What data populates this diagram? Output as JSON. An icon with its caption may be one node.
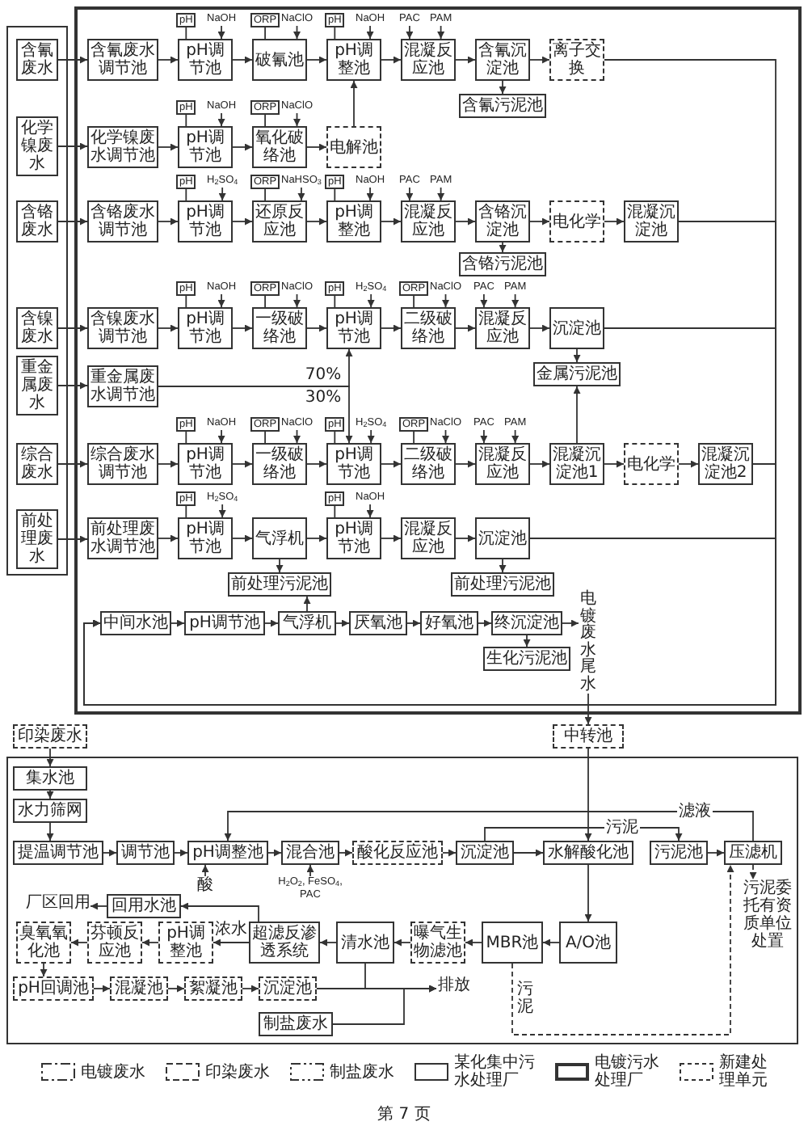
{
  "diagram": {
    "nodes": [
      {
        "text": [],
        "shape": "box"
      },
      {
        "text": [
          "含氰废水"
        ],
        "in": 0
      },
      {
        "text": [
          "化学镍废水"
        ],
        "in": 0
      },
      {
        "text": [
          "含铬废水"
        ],
        "in": 0
      },
      {
        "text": [
          "含镍废水"
        ],
        "in": 0
      },
      {
        "text": [
          "重金属废水"
        ],
        "in": 0
      },
      {
        "text": [
          "综合废水"
        ],
        "in": 0
      },
      {
        "text": [
          "前处理废水"
        ],
        "in": 0
      },
      {
        "text": [],
        "shape": "box"
      },
      {
        "text": [
          "含氰废水调节池"
        ],
        "in": 8
      },
      {
        "text": [
          "pH"
        ],
        "in": 8
      },
      {
        "text": [
          "NaOH"
        ],
        "in": 8
      },
      {
        "text": [
          "pH调节池"
        ],
        "in": 8
      },
      {
        "text": [
          "ORP"
        ],
        "in": 8
      },
      {
        "text": [
          "NaClO"
        ],
        "in": 8
      },
      {
        "text": [
          "破氰池"
        ],
        "in": 8
      },
      {
        "text": [
          "pH"
        ],
        "in": 8
      },
      {
        "text": [
          "NaOH"
        ],
        "in": 8
      },
      {
        "text": [
          "pH调整池"
        ],
        "in": 8
      },
      {
        "text": [
          "PAC"
        ],
        "in": 8
      },
      {
        "text": [
          "PAM"
        ],
        "in": 8
      },
      {
        "text": [
          "混凝反应池"
        ],
        "in": 8
      },
      {
        "text": [
          "含氰沉淀池"
        ],
        "in": 8
      },
      {
        "text": [
          "离子交换"
        ],
        "in": 8
      },
      {
        "text": [
          "含氰污泥池"
        ],
        "in": 8
      },
      {
        "text": [
          "化学镍废水调节池"
        ],
        "in": 8
      },
      {
        "text": [
          "pH"
        ],
        "in": 8
      },
      {
        "text": [
          "NaOH"
        ],
        "in": 8
      },
      {
        "text": [
          "pH调节池"
        ],
        "in": 8
      },
      {
        "text": [
          "ORP"
        ],
        "in": 8
      },
      {
        "text": [
          "NaClO"
        ],
        "in": 8
      },
      {
        "text": [
          "氧化破络池"
        ],
        "in": 8
      },
      {
        "text": [
          "电解池"
        ],
        "in": 8
      },
      {
        "text": [
          "含铬废水调节池"
        ],
        "in": 8
      },
      {
        "text": [
          "pH"
        ],
        "in": 8
      },
      {
        "text": [
          "H$_{2}$SO$_{4}$"
        ],
        "in": 8
      },
      {
        "text": [
          "pH调节池"
        ],
        "in": 8
      },
      {
        "text": [
          "ORP"
        ],
        "in": 8
      },
      {
        "text": [
          "NaHSO$_{3}$"
        ],
        "in": 8
      },
      {
        "text": [
          "还原反应池"
        ],
        "in": 8
      },
      {
        "text": [
          "pH"
        ],
        "in": 8
      },
      {
        "text": [
          "NaOH"
        ],
        "in": 8
      },
      {
        "text": [
          "pH调整池"
        ],
        "in": 8
      },
      {
        "text": [
          "PAC"
        ],
        "in": 8
      },
      {
        "text": [
          "PAM"
        ],
        "in": 8
      },
      {
        "text": [
          "混凝反应池"
        ],
        "in": 8
      },
      {
        "text": [
          "含铬沉淀池"
        ],
        "in": 8
      },
      {
        "text": [
          "电化学"
        ],
        "in": 8
      },
      {
        "text": [
          "混凝沉淀池"
        ],
        "in": 8
      },
      {
        "text": [
          "含铬污泥池"
        ],
        "in": 8
      },
      {
        "text": [
          "含镍废水调节池"
        ],
        "in": 8
      },
      {
        "text": [
          "pH"
        ],
        "in": 8
      },
      {
        "text": [
          "NaOH"
        ],
        "in": 8
      },
      {
        "text": [
          "pH调节池"
        ],
        "in": 8
      },
      {
        "text": [
          "ORP"
        ],
        "in": 8
      },
      {
        "text": [
          "NaClO"
        ],
        "in": 8
      },
      {
        "text": [
          "一级破络池"
        ],
        "in": 8
      },
      {
        "text": [
          "pH"
        ],
        "in": 8
      },
      {
        "text": [
          "H$_{2}$SO$_{4}$"
        ],
        "in": 8
      },
      {
        "text": [
          "pH调节池"
        ],
        "in": 8
      },
      {
        "text": [
          "ORP"
        ],
        "in": 8
      },
      {
        "text": [
          "NaClO"
        ],
        "in": 8
      },
      {
        "text": [
          "二级破络池"
        ],
        "in": 8
      },
      {
        "text": [
          "PAC"
        ],
        "in": 8
      },
      {
        "text": [
          "PAM"
        ],
        "in": 8
      },
      {
        "text": [
          "混凝反应池"
        ],
        "in": 8
      },
      {
        "text": [
          "沉淀池"
        ],
        "in": 8
      },
      {
        "text": [
          "金属污泥池"
        ],
        "in": 8
      },
      {
        "text": [
          "重金属废水调节池"
        ],
        "in": 8
      },
      {
        "text": [
          "综合废水调节池"
        ],
        "in": 8
      },
      {
        "text": [
          "pH"
        ],
        "in": 8
      },
      {
        "text": [
          "NaOH"
        ],
        "in": 8
      },
      {
        "text": [
          "pH调节池"
        ],
        "in": 8
      },
      {
        "text": [
          "ORP"
        ],
        "in": 8
      },
      {
        "text": [
          "NaClO"
        ],
        "in": 8
      },
      {
        "text": [
          "一级破络池"
        ],
        "in": 8
      },
      {
        "text": [
          "pH"
        ],
        "in": 8
      },
      {
        "text": [
          "H$_{2}$SO$_{4}$"
        ],
        "in": 8
      },
      {
        "text": [
          "pH调节池"
        ],
        "in": 8
      },
      {
        "text": [
          "ORP"
        ],
        "in": 8
      },
      {
        "text": [
          "NaClO"
        ],
        "in": 8
      },
      {
        "text": [
          "二级破络池"
        ],
        "in": 8
      },
      {
        "text": [
          "PAC"
        ],
        "in": 8
      },
      {
        "text": [
          "PAM"
        ],
        "in": 8
      },
      {
        "text": [
          "混凝反应池"
        ],
        "in": 8
      },
      {
        "text": [
          "混凝沉淀池1"
        ],
        "in": 8
      },
      {
        "text": [
          "电化学"
        ],
        "in": 8
      },
      {
        "text": [
          "混凝沉淀池2"
        ],
        "in": 8
      },
      {
        "text": [
          "前处理废水调节池"
        ],
        "in": 8
      },
      {
        "text": [
          "pH"
        ],
        "in": 8
      },
      {
        "text": [
          "H$_{2}$SO$_{4}$"
        ],
        "in": 8
      },
      {
        "text": [
          "pH调节池"
        ],
        "in": 8
      },
      {
        "text": [
          "气浮机"
        ],
        "in": 8
      },
      {
        "text": [
          "pH"
        ],
        "in": 8
      },
      {
        "text": [
          "NaOH"
        ],
        "in": 8
      },
      {
        "text": [
          "pH调节池"
        ],
        "in": 8
      },
      {
        "text": [
          "混凝反应池"
        ],
        "in": 8
      },
      {
        "text": [
          "沉淀池"
        ],
        "in": 8
      },
      {
        "text": [
          "前处理污泥池"
        ],
        "in": 8
      },
      {
        "text": [
          "前处理污泥池"
        ],
        "in": 8
      },
      {
        "text": [
          "中间水池"
        ],
        "in": 8
      },
      {
        "text": [
          "pH调节池"
        ],
        "in": 8
      },
      {
        "text": [
          "气浮机"
        ],
        "in": 8
      },
      {
        "text": [
          "厌氧池"
        ],
        "in": 8
      },
      {
        "text": [
          "好氧池"
        ],
        "in": 8
      },
      {
        "text": [
          "终沉淀池"
        ],
        "in": 8
      },
      {
        "text": [
          "生化污泥池"
        ],
        "in": 8
      },
      {
        "text": [
          "电镀废水尾水"
        ],
        "in": 8
      },
      {
        "text": [
          "印染废水"
        ]
      },
      {
        "text": [
          "中转池"
        ]
      },
      {
        "text": [],
        "shape": "box"
      },
      {
        "text": [
          "集水池"
        ],
        "in": 110
      },
      {
        "text": [
          "水力筛网"
        ],
        "in": 110
      },
      {
        "text": [
          "提温调节池"
        ],
        "in": 110
      },
      {
        "text": [
          "调节池"
        ],
        "in": 110
      },
      {
        "text": [
          "pH调整池"
        ],
        "in": 110
      },
      {
        "text": [
          "混合池"
        ],
        "in": 110
      },
      {
        "text": [
          "酸化反应池"
        ],
        "in": 110
      },
      {
        "text": [
          "沉淀池"
        ],
        "in": 110
      },
      {
        "text": [
          "水解酸化池"
        ],
        "in": 110
      },
      {
        "text": [
          "污泥池"
        ],
        "in": 110
      },
      {
        "text": [
          "压滤机"
        ],
        "in": 110
      },
      {
        "text": [
          "酸"
        ],
        "in": 110
      },
      {
        "text": [
          "H$_{2}$O$_{2}$, FeSO$_{4}$, PAC"
        ],
        "in": 110
      },
      {
        "text": [
          "污泥委托有资质单位处置"
        ],
        "in": 110
      },
      {
        "text": [
          "厂区回用"
        ],
        "in": 110
      },
      {
        "text": [
          "回用水池"
        ],
        "in": 110
      },
      {
        "text": [
          "臭氧氧化池"
        ],
        "in": 110
      },
      {
        "text": [
          "芬顿反应池"
        ],
        "in": 110
      },
      {
        "text": [
          "pH调整池"
        ],
        "in": 110
      },
      {
        "text": [
          "超滤反渗透系统"
        ],
        "in": 110
      },
      {
        "text": [
          "清水池"
        ],
        "in": 110
      },
      {
        "text": [
          "曝气生物滤池"
        ],
        "in": 110
      },
      {
        "text": [
          "MBR池"
        ],
        "in": 110
      },
      {
        "text": [
          "A/O池"
        ],
        "in": 110
      },
      {
        "text": [
          "pH回调池"
        ],
        "in": 110
      },
      {
        "text": [
          "混凝池"
        ],
        "in": 110
      },
      {
        "text": [
          "絮凝池"
        ],
        "in": 110
      },
      {
        "text": [
          "沉淀池"
        ],
        "in": 110
      },
      {
        "text": [
          "排放"
        ],
        "in": 110
      },
      {
        "text": [
          "制盐废水"
        ],
        "in": 110
      }
    ],
    "edges": [
      {
        "from": 1,
        "to": 9,
        "arrow": "to"
      },
      {
        "from": 2,
        "to": 25,
        "arrow": "to"
      },
      {
        "from": 3,
        "to": 33,
        "arrow": "to"
      },
      {
        "from": 4,
        "to": 50,
        "arrow": "to"
      },
      {
        "from": 5,
        "to": 68,
        "arrow": "to"
      },
      {
        "from": 6,
        "to": 69,
        "arrow": "to"
      },
      {
        "from": 7,
        "to": 88,
        "arrow": "to"
      },
      {
        "from": 9,
        "to": 12,
        "arrow": "to"
      },
      {
        "from": 10,
        "to": 12,
        "arrow": "none"
      },
      {
        "from": 11,
        "to": 12,
        "arrow": "to"
      },
      {
        "from": 12,
        "to": 15,
        "arrow": "to"
      },
      {
        "from": 13,
        "to": 15,
        "arrow": "none"
      },
      {
        "from": 14,
        "to": 15,
        "arrow": "to"
      },
      {
        "from": 15,
        "to": 18,
        "arrow": "to"
      },
      {
        "from": 16,
        "to": 18,
        "arrow": "none"
      },
      {
        "from": 17,
        "to": 18,
        "arrow": "to"
      },
      {
        "from": 18,
        "to": 21,
        "arrow": "to"
      },
      {
        "from": 19,
        "to": 21,
        "arrow": "to"
      },
      {
        "from": 20,
        "to": 21,
        "arrow": "to"
      },
      {
        "from": 21,
        "to": 22,
        "arrow": "to"
      },
      {
        "from": 22,
        "to": 23,
        "arrow": "to"
      },
      {
        "from": 23,
        "to": 100,
        "arrow": "to"
      },
      {
        "from": 22,
        "to": 24,
        "arrow": "to"
      },
      {
        "from": 25,
        "to": 28,
        "arrow": "to"
      },
      {
        "from": 26,
        "to": 28,
        "arrow": "none"
      },
      {
        "from": 27,
        "to": 28,
        "arrow": "to"
      },
      {
        "from": 28,
        "to": 31,
        "arrow": "to"
      },
      {
        "from": 29,
        "to": 31,
        "arrow": "none"
      },
      {
        "from": 30,
        "to": 31,
        "arrow": "to"
      },
      {
        "from": 31,
        "to": 32,
        "arrow": "to"
      },
      {
        "from": 32,
        "to": 18,
        "arrow": "to"
      },
      {
        "from": 33,
        "to": 36,
        "arrow": "to"
      },
      {
        "from": 34,
        "to": 36,
        "arrow": "none"
      },
      {
        "from": 35,
        "to": 36,
        "arrow": "to"
      },
      {
        "from": 36,
        "to": 39,
        "arrow": "to"
      },
      {
        "from": 37,
        "to": 39,
        "arrow": "none"
      },
      {
        "from": 38,
        "to": 39,
        "arrow": "to"
      },
      {
        "from": 39,
        "to": 42,
        "arrow": "to"
      },
      {
        "from": 40,
        "to": 42,
        "arrow": "none"
      },
      {
        "from": 41,
        "to": 42,
        "arrow": "to"
      },
      {
        "from": 42,
        "to": 45,
        "arrow": "to"
      },
      {
        "from": 43,
        "to": 45,
        "arrow": "to"
      },
      {
        "from": 44,
        "to": 45,
        "arrow": "to"
      },
      {
        "from": 45,
        "to": 46,
        "arrow": "to"
      },
      {
        "from": 46,
        "to": 47,
        "arrow": "to"
      },
      {
        "from": 47,
        "to": 48,
        "arrow": "to"
      },
      {
        "from": 48,
        "to": 100,
        "arrow": "to"
      },
      {
        "from": 46,
        "to": 49,
        "arrow": "to"
      },
      {
        "from": 50,
        "to": 53,
        "arrow": "to"
      },
      {
        "from": 51,
        "to": 53,
        "arrow": "none"
      },
      {
        "from": 52,
        "to": 53,
        "arrow": "to"
      },
      {
        "from": 53,
        "to": 56,
        "arrow": "to"
      },
      {
        "from": 54,
        "to": 56,
        "arrow": "none"
      },
      {
        "from": 55,
        "to": 56,
        "arrow": "to"
      },
      {
        "from": 56,
        "to": 59,
        "arrow": "to"
      },
      {
        "from": 57,
        "to": 59,
        "arrow": "none"
      },
      {
        "from": 58,
        "to": 59,
        "arrow": "to"
      },
      {
        "from": 59,
        "to": 62,
        "arrow": "to"
      },
      {
        "from": 60,
        "to": 62,
        "arrow": "none"
      },
      {
        "from": 61,
        "to": 62,
        "arrow": "to"
      },
      {
        "from": 62,
        "to": 65,
        "arrow": "to"
      },
      {
        "from": 63,
        "to": 65,
        "arrow": "to"
      },
      {
        "from": 64,
        "to": 65,
        "arrow": "to"
      },
      {
        "from": 65,
        "to": 66,
        "arrow": "to"
      },
      {
        "from": 66,
        "to": 100,
        "arrow": "to"
      },
      {
        "from": 66,
        "to": 67,
        "arrow": "to"
      },
      {
        "from": 68,
        "to": 59,
        "arrow": "to",
        "label": "70%"
      },
      {
        "from": 68,
        "to": 78,
        "arrow": "to",
        "label": "30%"
      },
      {
        "from": 69,
        "to": 72,
        "arrow": "to"
      },
      {
        "from": 70,
        "to": 72,
        "arrow": "none"
      },
      {
        "from": 71,
        "to": 72,
        "arrow": "to"
      },
      {
        "from": 72,
        "to": 75,
        "arrow": "to"
      },
      {
        "from": 73,
        "to": 75,
        "arrow": "none"
      },
      {
        "from": 74,
        "to": 75,
        "arrow": "to"
      },
      {
        "from": 75,
        "to": 78,
        "arrow": "to"
      },
      {
        "from": 76,
        "to": 78,
        "arrow": "none"
      },
      {
        "from": 77,
        "to": 78,
        "arrow": "to"
      },
      {
        "from": 78,
        "to": 81,
        "arrow": "to"
      },
      {
        "from": 79,
        "to": 81,
        "arrow": "none"
      },
      {
        "from": 80,
        "to": 81,
        "arrow": "to"
      },
      {
        "from": 81,
        "to": 84,
        "arrow": "to"
      },
      {
        "from": 82,
        "to": 84,
        "arrow": "to"
      },
      {
        "from": 83,
        "to": 84,
        "arrow": "to"
      },
      {
        "from": 84,
        "to": 85,
        "arrow": "to"
      },
      {
        "from": 85,
        "to": 86,
        "arrow": "to"
      },
      {
        "from": 86,
        "to": 87,
        "arrow": "to"
      },
      {
        "from": 87,
        "to": 100,
        "arrow": "to"
      },
      {
        "from": 85,
        "to": 67,
        "arrow": "to"
      },
      {
        "from": 88,
        "to": 91,
        "arrow": "to"
      },
      {
        "from": 89,
        "to": 91,
        "arrow": "none"
      },
      {
        "from": 90,
        "to": 91,
        "arrow": "to"
      },
      {
        "from": 91,
        "to": 92,
        "arrow": "to"
      },
      {
        "from": 92,
        "to": 95,
        "arrow": "to"
      },
      {
        "from": 93,
        "to": 95,
        "arrow": "none"
      },
      {
        "from": 94,
        "to": 95,
        "arrow": "to"
      },
      {
        "from": 95,
        "to": 96,
        "arrow": "to"
      },
      {
        "from": 96,
        "to": 97,
        "arrow": "to"
      },
      {
        "from": 97,
        "to": 100,
        "arrow": "to"
      },
      {
        "from": 92,
        "to": 98,
        "arrow": "to"
      },
      {
        "from": 97,
        "to": 99,
        "arrow": "to"
      },
      {
        "from": 100,
        "to": 101,
        "arrow": "to"
      },
      {
        "from": 101,
        "to": 102,
        "arrow": "to"
      },
      {
        "from": 102,
        "to": 103,
        "arrow": "to"
      },
      {
        "from": 103,
        "to": 104,
        "arrow": "to"
      },
      {
        "from": 104,
        "to": 105,
        "arrow": "to"
      },
      {
        "from": 105,
        "to": 107,
        "arrow": "to"
      },
      {
        "from": 105,
        "to": 106,
        "arrow": "to"
      },
      {
        "from": 102,
        "to": 98,
        "arrow": "to"
      },
      {
        "from": 107,
        "to": 109,
        "arrow": "to"
      },
      {
        "from": 109,
        "to": 119,
        "arrow": "to"
      },
      {
        "from": 108,
        "to": 111,
        "arrow": "to"
      },
      {
        "from": 111,
        "to": 112,
        "arrow": "to"
      },
      {
        "from": 112,
        "to": 113,
        "arrow": "to"
      },
      {
        "from": 113,
        "to": 114,
        "arrow": "to"
      },
      {
        "from": 114,
        "to": 115,
        "arrow": "to"
      },
      {
        "from": 115,
        "to": 116,
        "arrow": "to"
      },
      {
        "from": 116,
        "to": 117,
        "arrow": "to"
      },
      {
        "from": 117,
        "to": 118,
        "arrow": "to"
      },
      {
        "from": 118,
        "to": 119,
        "arrow": "to"
      },
      {
        "from": 118,
        "to": 120,
        "arrow": "to",
        "label": "污泥"
      },
      {
        "from": 120,
        "to": 121,
        "arrow": "to"
      },
      {
        "from": 121,
        "to": 115,
        "arrow": "to",
        "label": "滤液"
      },
      {
        "from": 121,
        "to": 124,
        "arrow": "to",
        "style": "dashed"
      },
      {
        "from": 122,
        "to": 115,
        "arrow": "to"
      },
      {
        "from": 123,
        "to": 116,
        "arrow": "to"
      },
      {
        "from": 119,
        "to": 134,
        "arrow": "to"
      },
      {
        "from": 134,
        "to": 133,
        "arrow": "to"
      },
      {
        "from": 133,
        "to": 132,
        "arrow": "to"
      },
      {
        "from": 132,
        "to": 131,
        "arrow": "to"
      },
      {
        "from": 131,
        "to": 130,
        "arrow": "to"
      },
      {
        "from": 130,
        "to": 129,
        "arrow": "to",
        "label": "浓水"
      },
      {
        "from": 129,
        "to": 128,
        "arrow": "to"
      },
      {
        "from": 128,
        "to": 127,
        "arrow": "to"
      },
      {
        "from": 127,
        "to": 135,
        "arrow": "to"
      },
      {
        "from": 135,
        "to": 136,
        "arrow": "to"
      },
      {
        "from": 136,
        "to": 137,
        "arrow": "to"
      },
      {
        "from": 137,
        "to": 138,
        "arrow": "to"
      },
      {
        "from": 138,
        "to": 139,
        "arrow": "to"
      },
      {
        "from": 131,
        "to": 139,
        "arrow": "to"
      },
      {
        "from": 140,
        "to": 139,
        "arrow": "to"
      },
      {
        "from": 130,
        "to": 126,
        "arrow": "to"
      },
      {
        "from": 126,
        "to": 125,
        "arrow": "to"
      },
      {
        "from": 133,
        "to": 121,
        "arrow": "to",
        "style": "dashed",
        "label": "污泥"
      }
    ],
    "labels": [
      "第 7 页"
    ],
    "legend": [
      {
        "text": "电镀废水"
      },
      {
        "text": "印染废水"
      },
      {
        "text": "制盐废水"
      },
      {
        "text": "某化集中污水处理厂"
      },
      {
        "text": "电镀污水处理厂"
      },
      {
        "text": "新建处理单元"
      }
    ]
  }
}
